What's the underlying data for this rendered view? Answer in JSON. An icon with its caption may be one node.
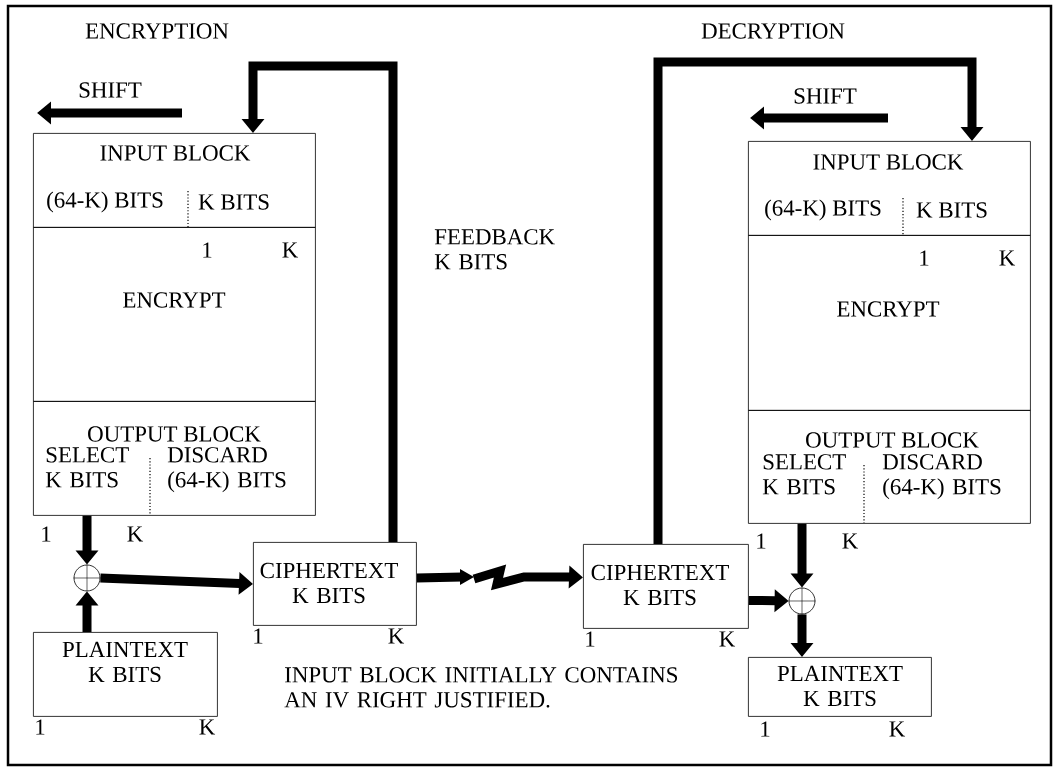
{
  "diagram": {
    "nodes": [
      {
        "text": [
          "INPUT BLOCK",
          "(64-K) BITS",
          "K BITS"
        ]
      },
      {
        "text": [
          "1",
          "K",
          "ENCRYPT"
        ]
      },
      {
        "text": [
          "OUTPUT BLOCK",
          "SELECT K BITS",
          "DISCARD (64-K) BITS"
        ],
        "beside": [
          "1",
          "K"
        ]
      },
      {
        "text": [],
        "shape": "circle"
      },
      {
        "text": [
          "PLAINTEXT K BITS"
        ],
        "beside": [
          "1",
          "K"
        ]
      },
      {
        "text": [
          "CIPHERTEXT K BITS"
        ],
        "beside": [
          "1",
          "K"
        ]
      },
      {
        "text": [
          "CIPHERTEXT K BITS"
        ],
        "beside": [
          "1",
          "K"
        ]
      },
      {
        "text": [
          "INPUT BLOCK",
          "(64-K) BITS",
          "K BITS"
        ]
      },
      {
        "text": [
          "1",
          "K",
          "ENCRYPT"
        ]
      },
      {
        "text": [
          "OUTPUT BLOCK",
          "SELECT K BITS",
          "DISCARD (64-K) BITS"
        ],
        "beside": [
          "1",
          "K"
        ]
      },
      {
        "text": [],
        "shape": "circle"
      },
      {
        "text": [
          "PLAINTEXT K BITS"
        ],
        "beside": [
          "1",
          "K"
        ]
      }
    ],
    "edges": [
      {
        "from": 2,
        "to": 3,
        "arrow": "to"
      },
      {
        "from": 4,
        "to": 3,
        "arrow": "to"
      },
      {
        "from": 3,
        "to": 5,
        "arrow": "to"
      },
      {
        "from": 5,
        "to": 0,
        "arrow": "to"
      },
      {
        "from": 5,
        "to": 6,
        "arrow": "to"
      },
      {
        "from": 6,
        "to": 7,
        "arrow": "to"
      },
      {
        "from": 6,
        "to": 10,
        "arrow": "to"
      },
      {
        "from": 9,
        "to": 10,
        "arrow": "to"
      },
      {
        "from": 10,
        "to": 11,
        "arrow": "to"
      }
    ],
    "labels": [
      "ENCRYPTION",
      "DECRYPTION",
      "SHIFT",
      "SHIFT",
      "FEEDBACK K BITS",
      "INPUT BLOCK INITIALLY CONTAINS AN IV RIGHT JUSTIFIED."
    ]
  }
}
